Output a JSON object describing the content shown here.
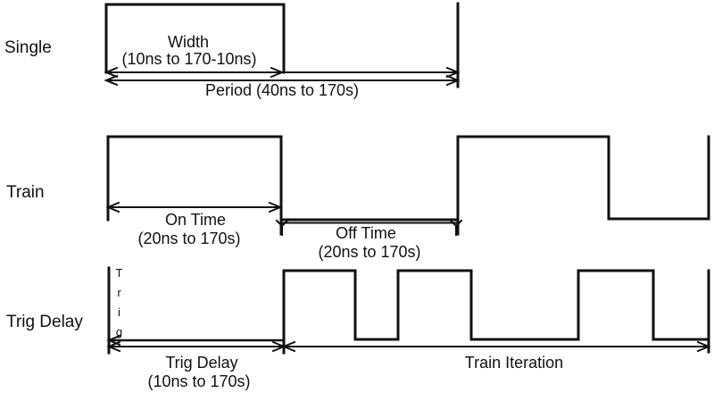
{
  "colors": {
    "line": "#111111",
    "text": "#111111",
    "background": "#ffffff"
  },
  "rows": {
    "single": {
      "label": "Single",
      "width_label": "Width",
      "width_range": "(10ns to 170-10ns)",
      "period_label": "Period (40ns to 170s)"
    },
    "train": {
      "label": "Train",
      "on_time_label": "On Time",
      "on_time_range": "(20ns to 170s)",
      "off_time_label": "Off Time",
      "off_time_range": "(20ns to 170s)"
    },
    "trig_delay": {
      "label": "Trig Delay",
      "trig_marker": "Trig",
      "delay_label": "Trig Delay",
      "delay_range": "(10ns to 170s)",
      "train_iteration_label": "Train Iteration"
    }
  }
}
